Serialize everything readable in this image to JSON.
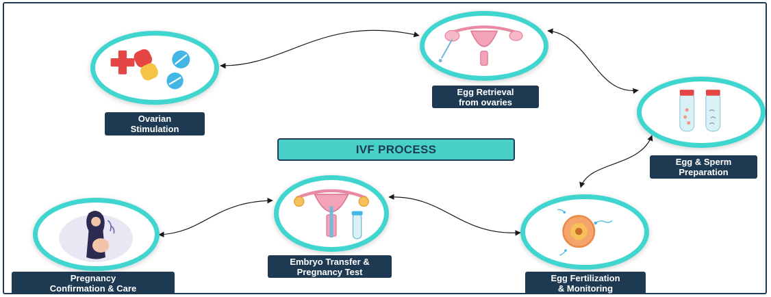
{
  "diagram": {
    "title": "IVF PROCESS",
    "steps": [
      {
        "line1": "Ovarian",
        "line2": "Stimulation",
        "icon": "pills-icon"
      },
      {
        "line1": "Egg Retrieval",
        "line2": "from ovaries",
        "icon": "uterus-retrieval-icon"
      },
      {
        "line1": "Egg & Sperm",
        "line2": "Preparation",
        "icon": "test-tubes-icon"
      },
      {
        "line1": "Egg Fertilization",
        "line2": "& Monitoring",
        "icon": "fertilization-egg-icon"
      },
      {
        "line1": "Embryo Transfer &",
        "line2": "Pregnancy Test",
        "icon": "embryo-transfer-icon"
      },
      {
        "line1": "Pregnancy",
        "line2": "Confirmation & Care",
        "icon": "pregnant-woman-icon"
      }
    ]
  },
  "colors": {
    "accent_teal": "#40d6cf",
    "label_navy": "#1e3a52",
    "title_teal": "#47d1c9"
  }
}
